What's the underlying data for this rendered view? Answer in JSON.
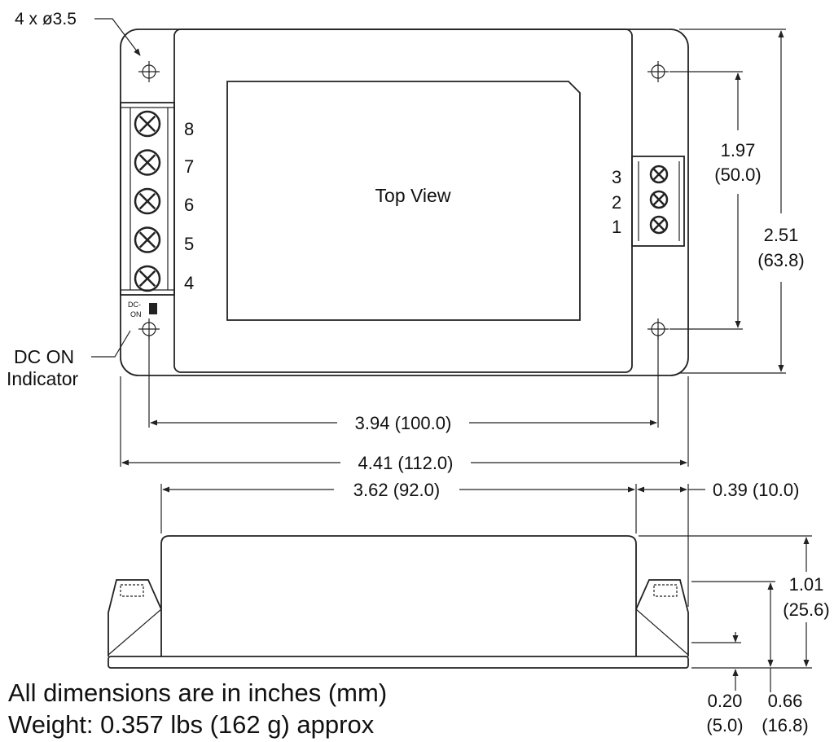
{
  "top_view": {
    "label": "Top View",
    "mounting_holes_label": "4 x ø3.5",
    "indicator_label_1": "DC ON",
    "indicator_label_2": "Indicator",
    "indicator_tag_1": "DC-",
    "indicator_tag_2": "ON",
    "left_pins": [
      "8",
      "7",
      "6",
      "5",
      "4"
    ],
    "right_pins": [
      "3",
      "2",
      "1"
    ]
  },
  "dimensions": {
    "hole_spacing_vertical": "1.97",
    "hole_spacing_vertical_mm": "(50.0)",
    "overall_height": "2.51",
    "overall_height_mm": "(63.8)",
    "hole_spacing_horizontal": "3.94 (100.0)",
    "overall_width": "4.41 (112.0)",
    "body_length": "3.62 (92.0)",
    "flange_width": "0.39 (10.0)",
    "total_height": "1.01",
    "total_height_mm": "(25.6)",
    "base_thickness": "0.20",
    "base_thickness_mm": "(5.0)",
    "flange_height": "0.66",
    "flange_height_mm": "(16.8)"
  },
  "notes": {
    "line1": "All dimensions are in inches (mm)",
    "line2": "Weight: 0.357 lbs (162 g) approx"
  }
}
